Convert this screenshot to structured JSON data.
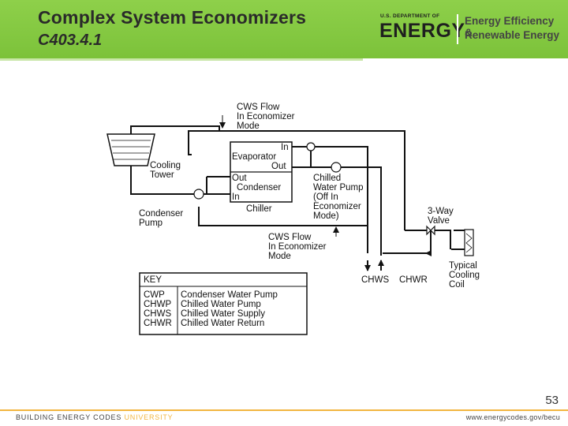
{
  "slide": {
    "title": "Complex System Economizers",
    "subtitle": "C403.4.1",
    "page_number": "53"
  },
  "logo": {
    "small_text": "U.S. DEPARTMENT OF",
    "energy_text": "ENERGY",
    "eere_line1": "Energy Efficiency &",
    "eere_line2": "Renewable Energy"
  },
  "footer": {
    "left_main": "BUILDING ENERGY CODES ",
    "left_accent": "UNIVERSITY",
    "url": "www.energycodes.gov/becu"
  },
  "diagram": {
    "cws_top": [
      "CWS  Flow",
      "In  Economizer",
      "Mode"
    ],
    "cooling_tower": [
      "Cooling",
      "Tower"
    ],
    "evap_in": "In",
    "evaporator": "Evaporator",
    "evap_out": "Out",
    "cond_out": "Out",
    "condenser": "Condenser",
    "cond_in": "In",
    "chiller": "Chiller",
    "chwp": [
      "Chilled",
      "Water  Pump",
      "(Off  In",
      "Economizer",
      "Mode)"
    ],
    "condenser_pump": [
      "Condenser",
      "Pump"
    ],
    "three_way": [
      "3-Way",
      "Valve"
    ],
    "cws_bottom": [
      "CWS  Flow",
      "In  Economizer",
      "Mode"
    ],
    "coil": [
      "Typical",
      "Cooling",
      "Coil"
    ],
    "chws": "CHWS",
    "chwr": "CHWR",
    "key_title": "KEY",
    "key_rows": [
      {
        "abbr": "CWP",
        "desc": "Condenser  Water  Pump"
      },
      {
        "abbr": "CHWP",
        "desc": "Chilled  Water  Pump"
      },
      {
        "abbr": "CHWS",
        "desc": "Chilled  Water  Supply"
      },
      {
        "abbr": "CHWR",
        "desc": "Chilled  Water  Return"
      }
    ]
  }
}
